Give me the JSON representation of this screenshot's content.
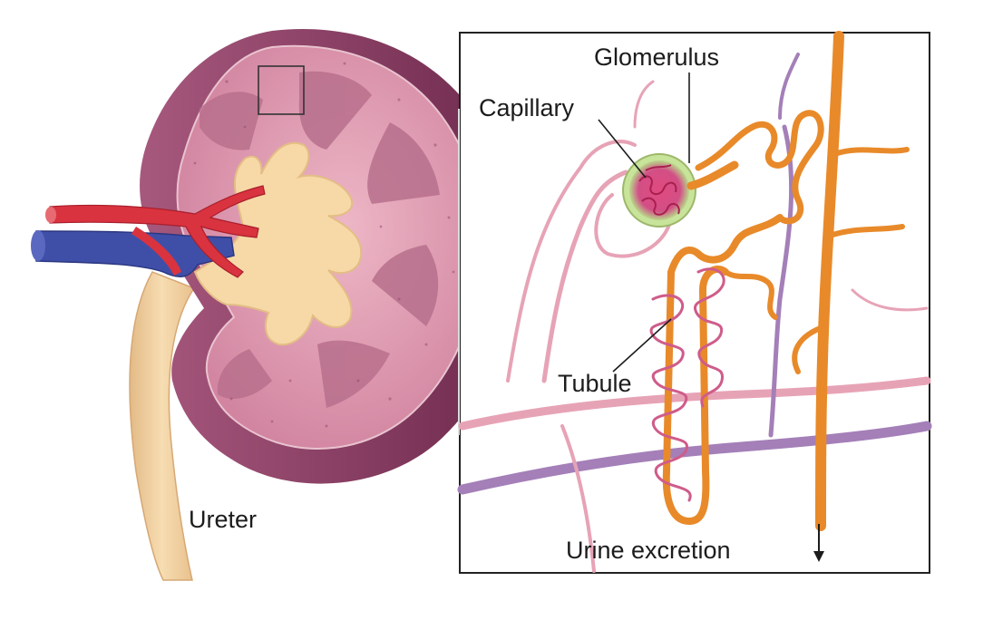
{
  "labels": {
    "glomerulus": "Glomerulus",
    "capillary": "Capillary",
    "tubule": "Tubule",
    "urine_excretion": "Urine excretion",
    "ureter": "Ureter"
  },
  "colors": {
    "kidney_capsule": "#8e3f64",
    "kidney_cortex": "#d98ea7",
    "kidney_medulla": "#b86f8a",
    "pelvis": "#f6d9a7",
    "artery": "#d9333f",
    "vein": "#3f4fa8",
    "tubule": "#e88a2a",
    "capillary": "#cf5c8a",
    "vessel_pink": "#e7a3b6",
    "vessel_purple": "#a47fb8",
    "frame": "#222222"
  }
}
